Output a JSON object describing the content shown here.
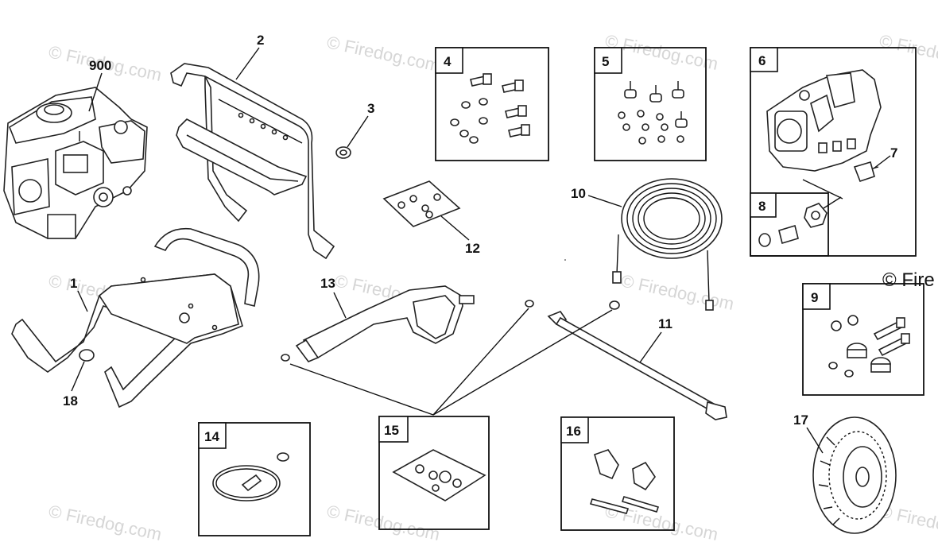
{
  "watermark": {
    "text": "© Firedog.com",
    "corner_text": "© Fire"
  },
  "callouts": {
    "c900": "900",
    "c1": "1",
    "c2": "2",
    "c3": "3",
    "c10": "10",
    "c11": "11",
    "c12": "12",
    "c13": "13",
    "c17": "17",
    "c18": "18",
    "c7": "7"
  },
  "kits": {
    "k4": "4",
    "k5": "5",
    "k6": "6",
    "k8": "8",
    "k9": "9",
    "k14": "14",
    "k15": "15",
    "k16": "16"
  }
}
